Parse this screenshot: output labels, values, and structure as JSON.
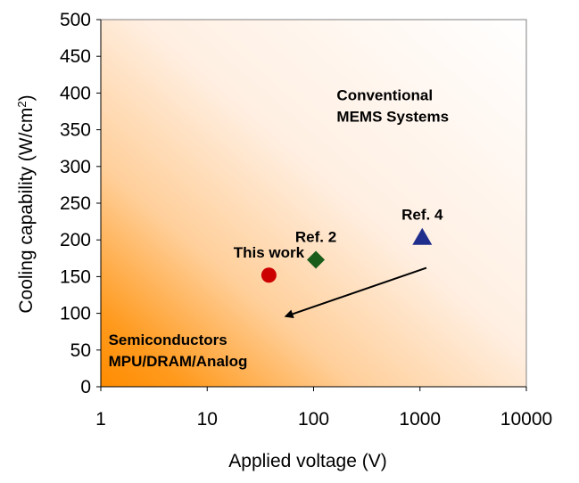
{
  "chart_data": {
    "type": "scatter",
    "title": "",
    "xlabel": "Applied voltage (V)",
    "ylabel": "Cooling capability (W/cm2)",
    "ylabel_parts": [
      "Cooling capability (W/cm",
      "2",
      ")"
    ],
    "xscale": "log",
    "xlim": [
      1,
      10000
    ],
    "ylim": [
      0,
      500
    ],
    "xticks": [
      1,
      10,
      100,
      1000,
      10000
    ],
    "xtick_labels": [
      "1",
      "10",
      "100",
      "1000",
      "10000"
    ],
    "yticks": [
      0,
      50,
      100,
      150,
      200,
      250,
      300,
      350,
      400,
      450,
      500
    ],
    "ytick_labels": [
      "0",
      "50",
      "100",
      "150",
      "200",
      "250",
      "300",
      "350",
      "400",
      "450",
      "500"
    ],
    "grid": false,
    "legend": "none",
    "background_gradient": {
      "from": "#ff8c00",
      "to": "#ffffff",
      "direction": "bottom-left to top-right"
    },
    "points": [
      {
        "label": "This work",
        "x": 38,
        "y": 152,
        "marker": "circle",
        "color": "#cc0000"
      },
      {
        "label": "Ref. 2",
        "x": 105,
        "y": 173,
        "marker": "diamond",
        "color": "#1a5c1a"
      },
      {
        "label": "Ref. 4",
        "x": 1050,
        "y": 203,
        "marker": "triangle",
        "color": "#1f2d8c"
      }
    ],
    "region_labels": [
      {
        "lines": [
          "Conventional",
          "MEMS Systems"
        ],
        "x": 165,
        "y": 390
      },
      {
        "lines": [
          "Semiconductors",
          "MPU/DRAM/Analog"
        ],
        "x": 1.18,
        "y": 57
      }
    ],
    "arrow": {
      "from": [
        1150,
        162
      ],
      "to": [
        55,
        96
      ],
      "color": "#000000"
    }
  }
}
